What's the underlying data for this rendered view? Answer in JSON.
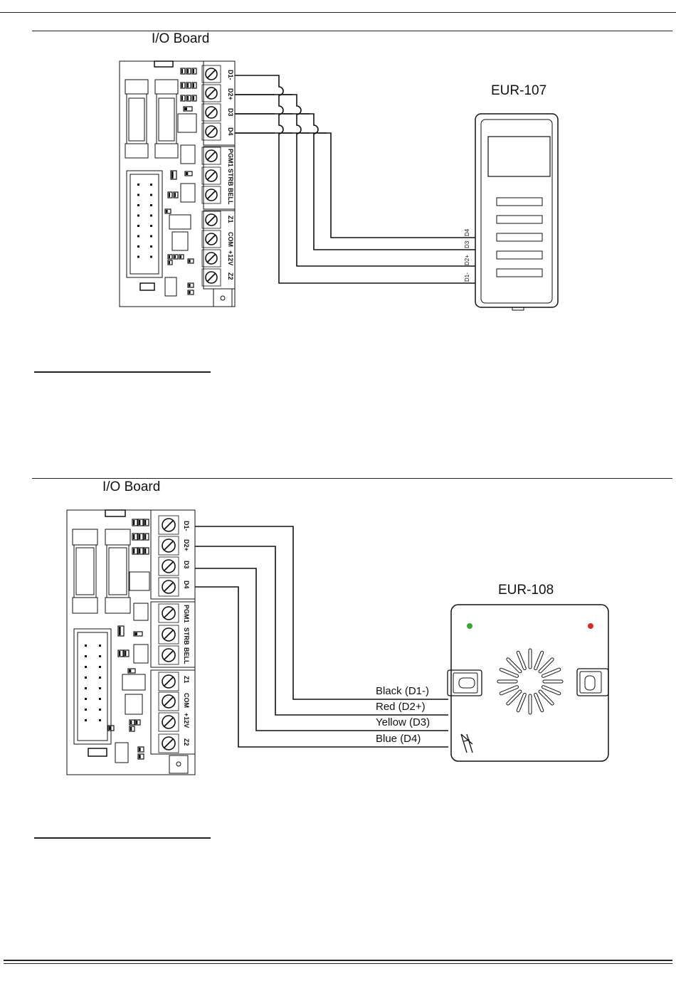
{
  "diagram1": {
    "board_title": "I/O Board",
    "device_title": "EUR-107",
    "terminals_top": [
      "D1-",
      "D2+",
      "D3",
      "D4"
    ],
    "terminals_mid": [
      "PGM1",
      "STRB",
      "BELL"
    ],
    "terminals_bot": [
      "Z1",
      "COM",
      "+12V",
      "Z2"
    ],
    "device_terminals": [
      "D4",
      "D3",
      "D2+",
      "D1-"
    ]
  },
  "diagram2": {
    "board_title": "I/O Board",
    "device_title": "EUR-108",
    "terminals_top": [
      "D1-",
      "D2+",
      "D3",
      "D4"
    ],
    "terminals_mid": [
      "PGM1",
      "STRB",
      "BELL"
    ],
    "terminals_bot": [
      "Z1",
      "COM",
      "+12V",
      "Z2"
    ],
    "wire_labels": [
      "Black (D1-)",
      "Red (D2+)",
      "Yellow (D3)",
      "Blue (D4)"
    ],
    "led_colors": [
      "#3aa63a",
      "#d62b2b"
    ]
  }
}
